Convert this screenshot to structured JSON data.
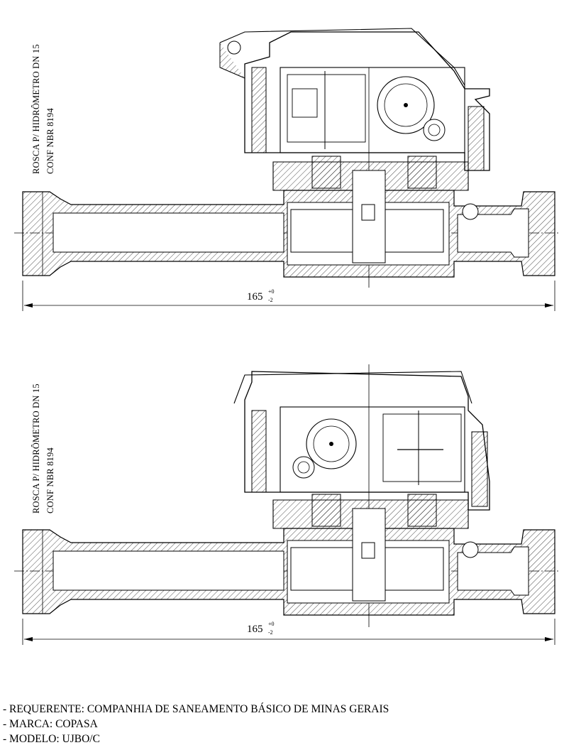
{
  "views": [
    {
      "side_label_1": "ROSCA P/ HIDRÔMETRO DN 15",
      "side_label_2": "CONF NBR 8194",
      "dimension": {
        "value": "165",
        "upper_tol": "+0",
        "lower_tol": "-2"
      }
    },
    {
      "side_label_1": "ROSCA P/ HIDRÔMETRO DN 15",
      "side_label_2": "CONF NBR 8194",
      "dimension": {
        "value": "165",
        "upper_tol": "+0",
        "lower_tol": "-2"
      }
    }
  ],
  "notes": [
    "- REQUERENTE: COMPANHIA DE SANEAMENTO BÁSICO DE MINAS GERAIS",
    "- MARCA: COPASA",
    "- MODELO: UJBO/C"
  ]
}
